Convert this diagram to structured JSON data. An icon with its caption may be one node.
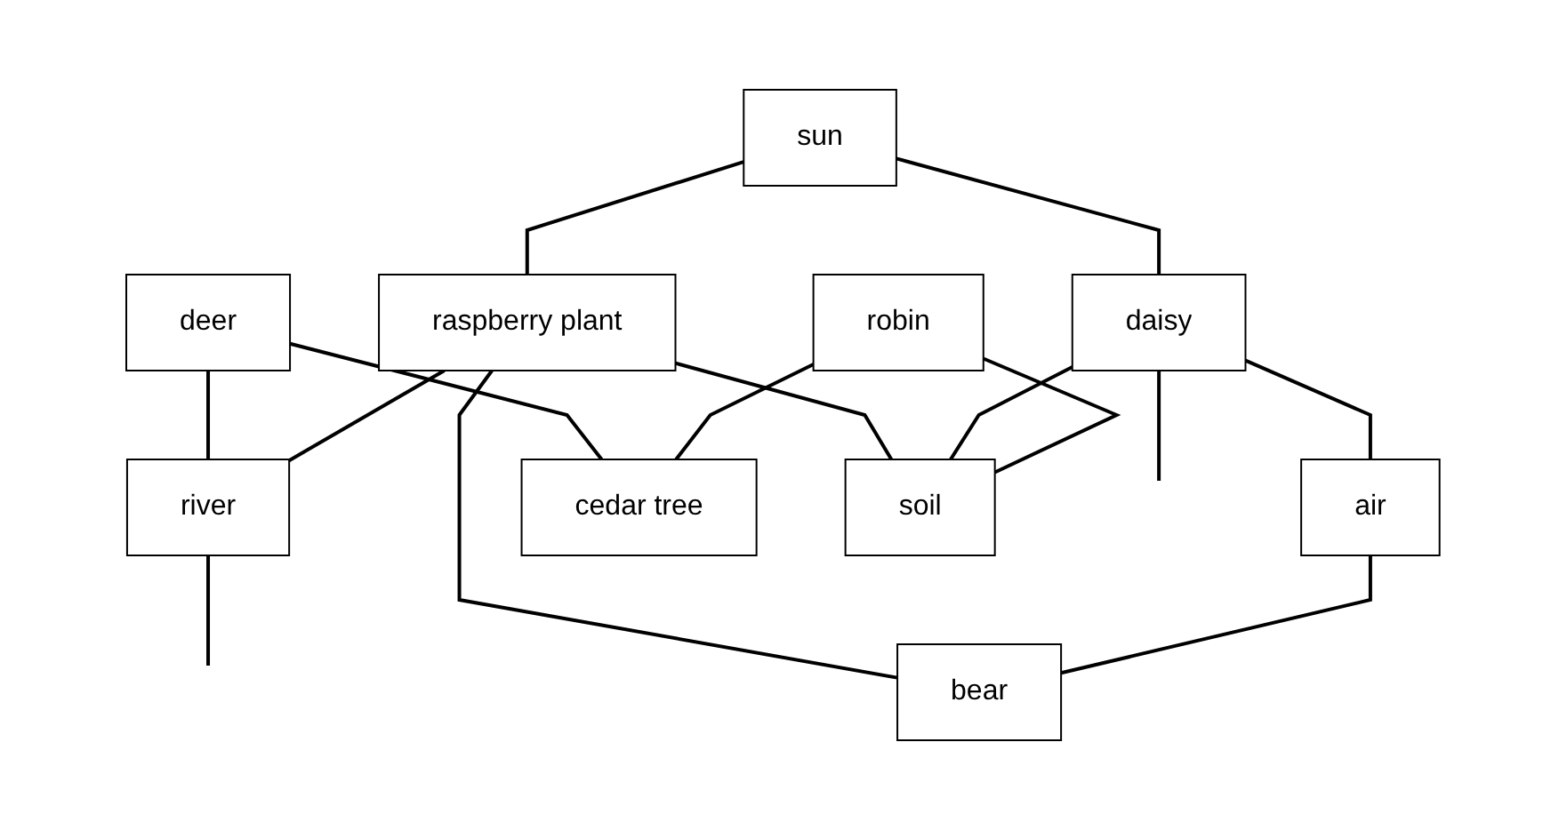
{
  "diagram": {
    "nodes": [
      {
        "text": [
          "deer"
        ]
      },
      {
        "text": [
          "sun"
        ]
      },
      {
        "text": [
          "raspberry plant"
        ]
      },
      {
        "text": [
          "daisy"
        ]
      },
      {
        "text": [
          "robin"
        ]
      },
      {
        "text": [
          "river"
        ]
      },
      {
        "text": [
          "air"
        ]
      },
      {
        "text": [
          "cedar tree"
        ]
      },
      {
        "text": [
          "soil"
        ]
      },
      {
        "text": [
          "bear"
        ]
      }
    ],
    "edges": [
      {
        "from": 1,
        "to": 3,
        "arrow": "none"
      },
      {
        "from": 1,
        "to": 2,
        "arrow": "none"
      },
      {
        "from": 0,
        "to": 5,
        "arrow": "none"
      },
      {
        "from": 0,
        "to": 7,
        "arrow": "none"
      },
      {
        "from": 2,
        "to": 5,
        "arrow": "none"
      },
      {
        "from": 2,
        "to": 9,
        "arrow": "none"
      },
      {
        "from": 2,
        "to": 8,
        "arrow": "none"
      },
      {
        "from": 3,
        "to": 6,
        "arrow": "none"
      },
      {
        "from": 3,
        "to": 8,
        "arrow": "none"
      },
      {
        "from": 3,
        "to": null,
        "arrow": "none"
      },
      {
        "from": 5,
        "to": null,
        "arrow": "none"
      },
      {
        "from": 4,
        "to": 7,
        "arrow": "none"
      },
      {
        "from": 4,
        "to": 8,
        "arrow": "none"
      },
      {
        "from": 6,
        "to": 9,
        "arrow": "none"
      }
    ]
  }
}
